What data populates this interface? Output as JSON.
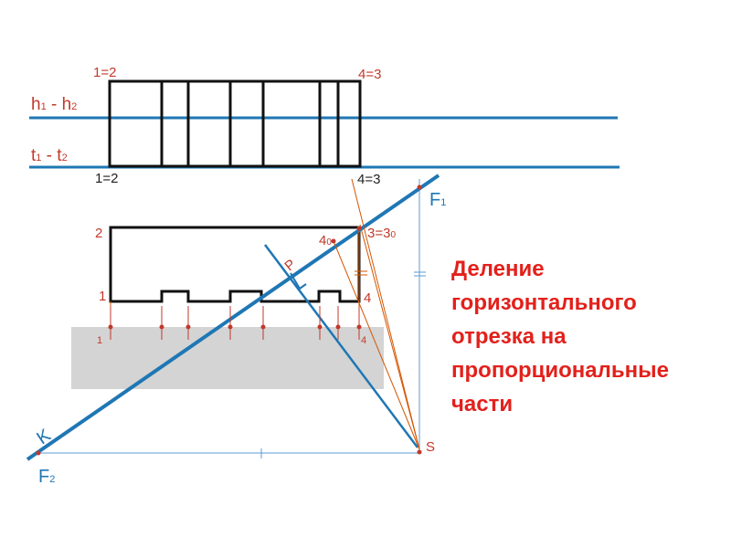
{
  "colors": {
    "blue": "#1f77b4",
    "black": "#111111",
    "orange": "#c0392b",
    "red": "#e3201b",
    "gray": "#d4d4d4"
  },
  "labels": {
    "top_left_point": "1=2",
    "top_right_point": "4=3",
    "top_left_bottom_point": "1=2",
    "top_right_bottom_point": "4=3",
    "h_line": {
      "base1": "h",
      "sub1": "1",
      "sep": " - h",
      "sub2": "2"
    },
    "t_line": {
      "base1": "t",
      "sub1": "1",
      "sep": " - t",
      "sub2": "2"
    },
    "front_point_2": "2",
    "front_point_1": "1",
    "front_point_4_0": {
      "base": "4",
      "sub": "0"
    },
    "front_point_3": {
      "base": "3=3",
      "sub": "0"
    },
    "front_point_4": "4",
    "plane_p": "P",
    "plane_k": "K",
    "f1": {
      "base": "F",
      "sub": "1"
    },
    "f2": {
      "base": "F",
      "sub": "2"
    },
    "s_point": "S",
    "gray_1": "1",
    "gray_4": "4"
  },
  "caption": {
    "lines": [
      "Деление",
      "горизонтального",
      "отрезка на",
      "пропорциональные",
      "части"
    ]
  }
}
